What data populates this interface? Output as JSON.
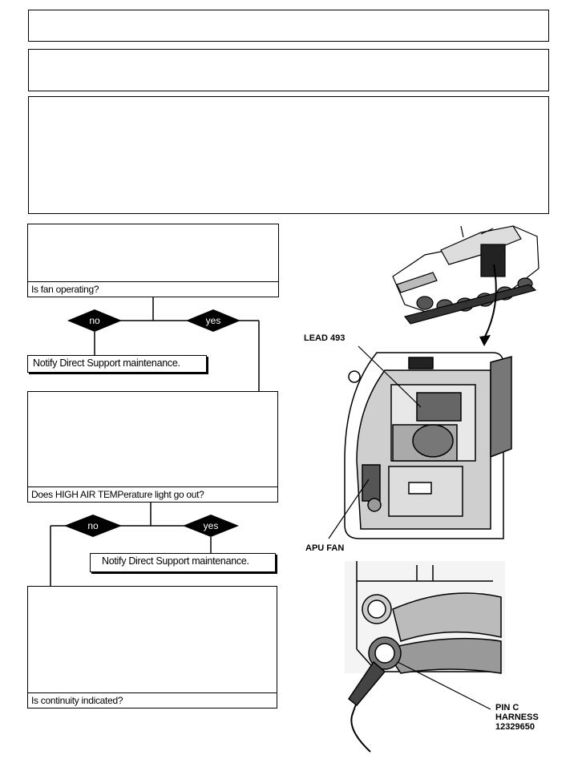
{
  "flowchart": {
    "q1": "Is fan operating?",
    "q2": "Does HIGH AIR TEMPerature light go out?",
    "q3": "Is continuity indicated?",
    "no_label": "no",
    "yes_label": "yes",
    "notify1": "Notify Direct Support maintenance.",
    "notify2": "Notify Direct Support maintenance."
  },
  "callouts": {
    "lead": "LEAD 493",
    "apu_fan": "APU FAN",
    "pin_line1": "PIN C",
    "pin_line2": "HARNESS",
    "pin_line3": "12329650"
  }
}
